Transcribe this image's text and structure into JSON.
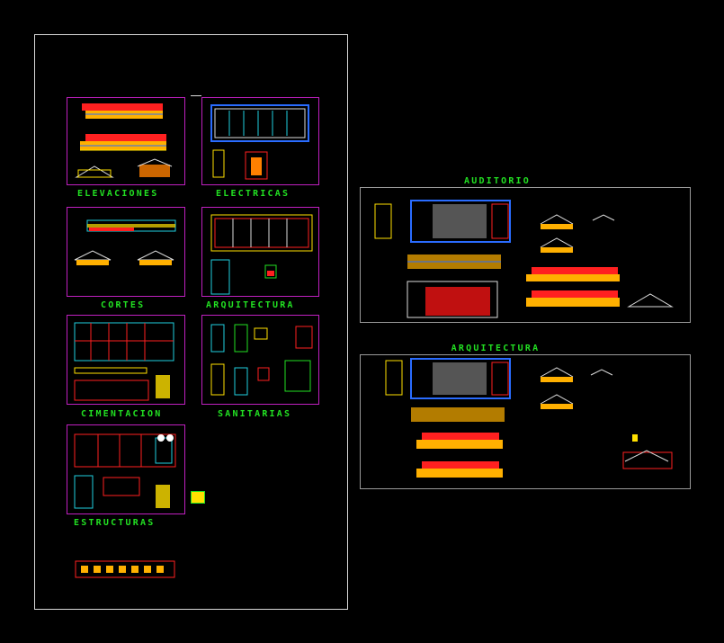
{
  "drawing": {
    "sheet_titles": {
      "elevaciones": "ELEVACIONES",
      "electricas": "ELECTRICAS",
      "cortes": "CORTES",
      "arquitectura": "ARQUITECTURA",
      "cimentacion": "CIMENTACION",
      "sanitarias": "SANITARIAS",
      "estructuras": "ESTRUCTURAS"
    },
    "panel_titles": {
      "auditorio": "AUDITORIO",
      "arquitectura": "ARQUITECTURA"
    }
  },
  "colors": {
    "background": "#000000",
    "label": "#22e022",
    "sheet_frame": "#c020c0",
    "border": "#d9d9d9",
    "accent_red": "#ff2020",
    "accent_yellow": "#ffe000",
    "accent_blue": "#2a6cff",
    "accent_cyan": "#20d0e0"
  }
}
